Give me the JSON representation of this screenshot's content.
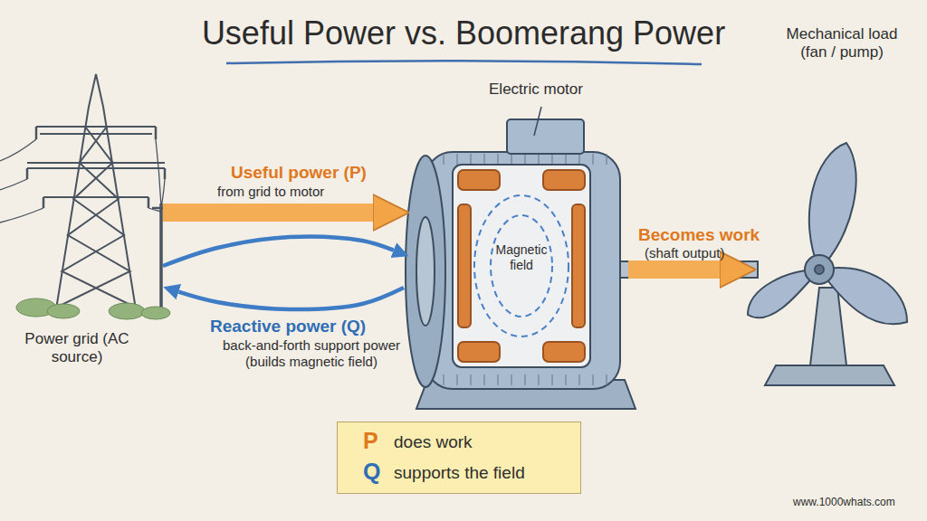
{
  "diagram": {
    "title": "Useful Power vs. Boomerang Power",
    "nodes": [
      {
        "text": [
          "Power grid (AC source)"
        ]
      },
      {
        "text": [
          "Electric motor"
        ]
      },
      {
        "text": [
          "Mechanical load (fan / pump)"
        ]
      },
      {
        "text": [
          "P",
          "does work",
          "Q",
          "supports the field"
        ]
      }
    ],
    "edges": [
      {
        "from": 0,
        "to": 1,
        "arrow": "to",
        "label": "Useful power (P)"
      },
      {
        "from": 0,
        "to": 1,
        "arrow": "both",
        "label": "Reactive power (Q)"
      },
      {
        "from": 1,
        "to": 2,
        "arrow": "to",
        "label": "Becomes work"
      }
    ],
    "labels": [
      "from grid to motor",
      "back-and-forth support power (builds magnetic field)",
      "Magnetic field",
      "(shaft output)",
      "www.1000whats.com"
    ]
  }
}
